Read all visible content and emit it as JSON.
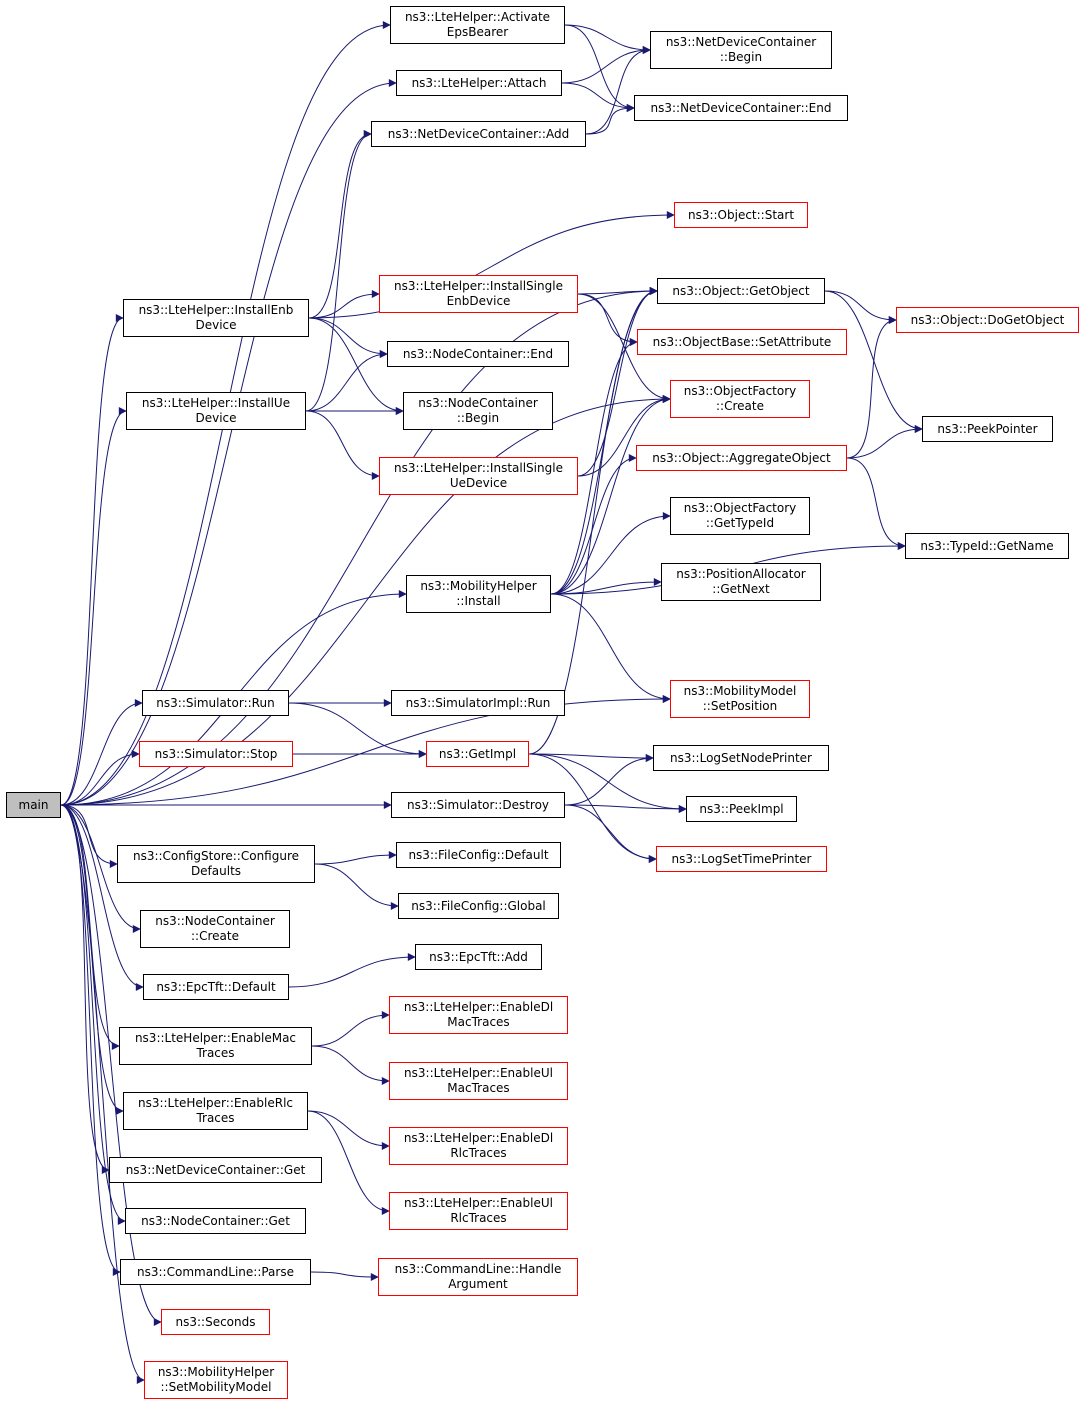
{
  "colors": {
    "edge": "#191970",
    "border_default": "#000000",
    "border_truncated": "#ff0000",
    "root_fill": "#bfbfbf"
  },
  "nodes": {
    "main": {
      "lines": [
        "main"
      ],
      "truncated": false,
      "root": true
    },
    "activate": {
      "lines": [
        "ns3::LteHelper::Activate",
        "EpsBearer"
      ],
      "truncated": false
    },
    "attach": {
      "lines": [
        "ns3::LteHelper::Attach"
      ],
      "truncated": false
    },
    "ndcAdd": {
      "lines": [
        "ns3::NetDeviceContainer::Add"
      ],
      "truncated": false
    },
    "ndcBegin": {
      "lines": [
        "ns3::NetDeviceContainer",
        "::Begin"
      ],
      "truncated": false
    },
    "ndcEnd": {
      "lines": [
        "ns3::NetDeviceContainer::End"
      ],
      "truncated": false
    },
    "objStart": {
      "lines": [
        "ns3::Object::Start"
      ],
      "truncated": true
    },
    "installEnb": {
      "lines": [
        "ns3::LteHelper::InstallEnb",
        "Device"
      ],
      "truncated": false
    },
    "installSingleEnb": {
      "lines": [
        "ns3::LteHelper::InstallSingle",
        "EnbDevice"
      ],
      "truncated": true
    },
    "getObject": {
      "lines": [
        "ns3::Object::GetObject"
      ],
      "truncated": false
    },
    "doGetObject": {
      "lines": [
        "ns3::Object::DoGetObject"
      ],
      "truncated": true
    },
    "setAttr": {
      "lines": [
        "ns3::ObjectBase::SetAttribute"
      ],
      "truncated": true
    },
    "ncEnd": {
      "lines": [
        "ns3::NodeContainer::End"
      ],
      "truncated": false
    },
    "installUe": {
      "lines": [
        "ns3::LteHelper::InstallUe",
        "Device"
      ],
      "truncated": false
    },
    "ncBegin": {
      "lines": [
        "ns3::NodeContainer",
        "::Begin"
      ],
      "truncated": false
    },
    "ofCreate": {
      "lines": [
        "ns3::ObjectFactory",
        "::Create"
      ],
      "truncated": true
    },
    "peekPointer": {
      "lines": [
        "ns3::PeekPointer"
      ],
      "truncated": false
    },
    "installSingleUe": {
      "lines": [
        "ns3::LteHelper::InstallSingle",
        "UeDevice"
      ],
      "truncated": true
    },
    "aggregate": {
      "lines": [
        "ns3::Object::AggregateObject"
      ],
      "truncated": true
    },
    "ofGetTypeId": {
      "lines": [
        "ns3::ObjectFactory",
        "::GetTypeId"
      ],
      "truncated": false
    },
    "typeIdGetName": {
      "lines": [
        "ns3::TypeId::GetName"
      ],
      "truncated": false
    },
    "mhInstall": {
      "lines": [
        "ns3::MobilityHelper",
        "::Install"
      ],
      "truncated": false
    },
    "paGetNext": {
      "lines": [
        "ns3::PositionAllocator",
        "::GetNext"
      ],
      "truncated": false
    },
    "mmSetPos": {
      "lines": [
        "ns3::MobilityModel",
        "::SetPosition"
      ],
      "truncated": true
    },
    "simRun": {
      "lines": [
        "ns3::Simulator::Run"
      ],
      "truncated": false
    },
    "simImplRun": {
      "lines": [
        "ns3::SimulatorImpl::Run"
      ],
      "truncated": false
    },
    "simStop": {
      "lines": [
        "ns3::Simulator::Stop"
      ],
      "truncated": true
    },
    "getImpl": {
      "lines": [
        "ns3::GetImpl"
      ],
      "truncated": true
    },
    "logNode": {
      "lines": [
        "ns3::LogSetNodePrinter"
      ],
      "truncated": false
    },
    "simDestroy": {
      "lines": [
        "ns3::Simulator::Destroy"
      ],
      "truncated": false
    },
    "peekImpl": {
      "lines": [
        "ns3::PeekImpl"
      ],
      "truncated": false
    },
    "logTime": {
      "lines": [
        "ns3::LogSetTimePrinter"
      ],
      "truncated": true
    },
    "csConfig": {
      "lines": [
        "ns3::ConfigStore::Configure",
        "Defaults"
      ],
      "truncated": false
    },
    "fcDefault": {
      "lines": [
        "ns3::FileConfig::Default"
      ],
      "truncated": false
    },
    "fcGlobal": {
      "lines": [
        "ns3::FileConfig::Global"
      ],
      "truncated": false
    },
    "ncCreate": {
      "lines": [
        "ns3::NodeContainer",
        "::Create"
      ],
      "truncated": false
    },
    "epcDefault": {
      "lines": [
        "ns3::EpcTft::Default"
      ],
      "truncated": false
    },
    "epcAdd": {
      "lines": [
        "ns3::EpcTft::Add"
      ],
      "truncated": false
    },
    "enMac": {
      "lines": [
        "ns3::LteHelper::EnableMac",
        "Traces"
      ],
      "truncated": false
    },
    "enDlMac": {
      "lines": [
        "ns3::LteHelper::EnableDl",
        "MacTraces"
      ],
      "truncated": true
    },
    "enUlMac": {
      "lines": [
        "ns3::LteHelper::EnableUl",
        "MacTraces"
      ],
      "truncated": true
    },
    "enRlc": {
      "lines": [
        "ns3::LteHelper::EnableRlc",
        "Traces"
      ],
      "truncated": false
    },
    "enDlRlc": {
      "lines": [
        "ns3::LteHelper::EnableDl",
        "RlcTraces"
      ],
      "truncated": true
    },
    "ndcGet": {
      "lines": [
        "ns3::NetDeviceContainer::Get"
      ],
      "truncated": false
    },
    "enUlRlc": {
      "lines": [
        "ns3::LteHelper::EnableUl",
        "RlcTraces"
      ],
      "truncated": true
    },
    "ncGet": {
      "lines": [
        "ns3::NodeContainer::Get"
      ],
      "truncated": false
    },
    "clParse": {
      "lines": [
        "ns3::CommandLine::Parse"
      ],
      "truncated": false
    },
    "clHandle": {
      "lines": [
        "ns3::CommandLine::Handle",
        "Argument"
      ],
      "truncated": true
    },
    "seconds": {
      "lines": [
        "ns3::Seconds"
      ],
      "truncated": true
    },
    "mhSetMM": {
      "lines": [
        "ns3::MobilityHelper",
        "::SetMobilityModel"
      ],
      "truncated": true
    }
  },
  "edges": [
    [
      "main",
      "activate"
    ],
    [
      "main",
      "attach"
    ],
    [
      "main",
      "installEnb"
    ],
    [
      "main",
      "installUe"
    ],
    [
      "main",
      "getObject"
    ],
    [
      "main",
      "mhInstall"
    ],
    [
      "main",
      "ofCreate"
    ],
    [
      "main",
      "mmSetPos"
    ],
    [
      "main",
      "simRun"
    ],
    [
      "main",
      "simStop"
    ],
    [
      "main",
      "simDestroy"
    ],
    [
      "main",
      "csConfig"
    ],
    [
      "main",
      "ncCreate"
    ],
    [
      "main",
      "epcDefault"
    ],
    [
      "main",
      "enMac"
    ],
    [
      "main",
      "enRlc"
    ],
    [
      "main",
      "ndcGet"
    ],
    [
      "main",
      "ncGet"
    ],
    [
      "main",
      "clParse"
    ],
    [
      "main",
      "seconds"
    ],
    [
      "main",
      "mhSetMM"
    ],
    [
      "activate",
      "ndcBegin"
    ],
    [
      "activate",
      "ndcEnd"
    ],
    [
      "attach",
      "ndcBegin"
    ],
    [
      "attach",
      "ndcEnd"
    ],
    [
      "ndcAdd",
      "ndcBegin"
    ],
    [
      "ndcAdd",
      "ndcEnd"
    ],
    [
      "installEnb",
      "ndcAdd"
    ],
    [
      "installEnb",
      "objStart"
    ],
    [
      "installEnb",
      "installSingleEnb"
    ],
    [
      "installEnb",
      "ncEnd"
    ],
    [
      "installEnb",
      "ncBegin"
    ],
    [
      "installSingleEnb",
      "getObject"
    ],
    [
      "installSingleEnb",
      "setAttr"
    ],
    [
      "installSingleEnb",
      "ofCreate"
    ],
    [
      "installUe",
      "ndcAdd"
    ],
    [
      "installUe",
      "ncEnd"
    ],
    [
      "installUe",
      "ncBegin"
    ],
    [
      "installUe",
      "installSingleUe"
    ],
    [
      "installSingleUe",
      "ofCreate"
    ],
    [
      "installSingleUe",
      "getObject"
    ],
    [
      "getObject",
      "doGetObject"
    ],
    [
      "getObject",
      "peekPointer"
    ],
    [
      "aggregate",
      "doGetObject"
    ],
    [
      "aggregate",
      "peekPointer"
    ],
    [
      "aggregate",
      "typeIdGetName"
    ],
    [
      "mhInstall",
      "getObject"
    ],
    [
      "mhInstall",
      "setAttr"
    ],
    [
      "mhInstall",
      "ofCreate"
    ],
    [
      "mhInstall",
      "aggregate"
    ],
    [
      "mhInstall",
      "ofGetTypeId"
    ],
    [
      "mhInstall",
      "paGetNext"
    ],
    [
      "mhInstall",
      "typeIdGetName"
    ],
    [
      "mhInstall",
      "mmSetPos"
    ],
    [
      "simRun",
      "simImplRun"
    ],
    [
      "simRun",
      "getImpl"
    ],
    [
      "simStop",
      "getImpl"
    ],
    [
      "getImpl",
      "logNode"
    ],
    [
      "getImpl",
      "peekImpl"
    ],
    [
      "getImpl",
      "logTime"
    ],
    [
      "getImpl",
      "getObject"
    ],
    [
      "simDestroy",
      "logNode"
    ],
    [
      "simDestroy",
      "peekImpl"
    ],
    [
      "simDestroy",
      "logTime"
    ],
    [
      "csConfig",
      "fcDefault"
    ],
    [
      "csConfig",
      "fcGlobal"
    ],
    [
      "epcDefault",
      "epcAdd"
    ],
    [
      "enMac",
      "enDlMac"
    ],
    [
      "enMac",
      "enUlMac"
    ],
    [
      "enRlc",
      "enDlRlc"
    ],
    [
      "enRlc",
      "enUlRlc"
    ],
    [
      "clParse",
      "clHandle"
    ]
  ]
}
